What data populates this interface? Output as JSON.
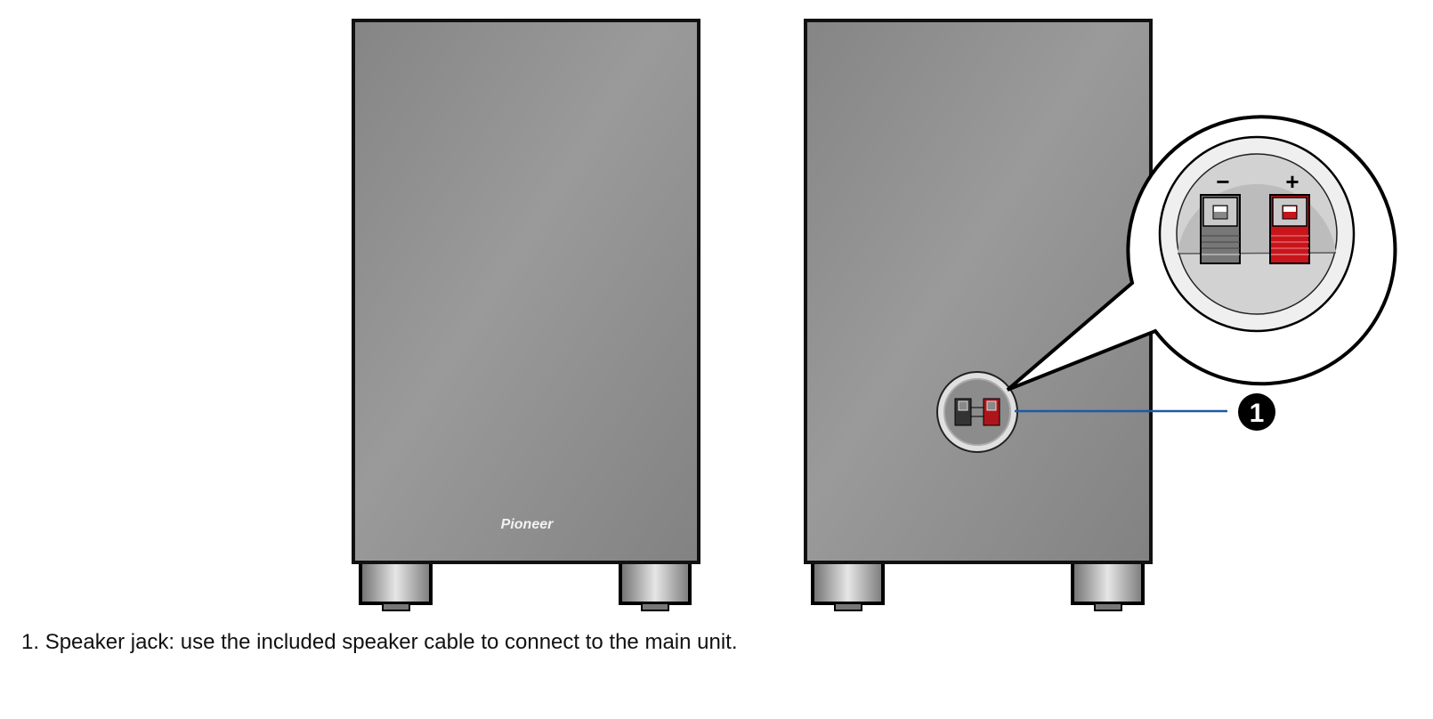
{
  "figure": {
    "brand_logo": "Pioneer",
    "terminal_minus": "−",
    "terminal_plus": "+",
    "callout_number": "1",
    "colors": {
      "body": "#8e8e8e",
      "terminal_red": "#c8141b",
      "leader_line": "#1c5aa6"
    }
  },
  "caption": {
    "number": "1.",
    "text": "Speaker jack: use the included speaker cable to connect to the main unit."
  }
}
